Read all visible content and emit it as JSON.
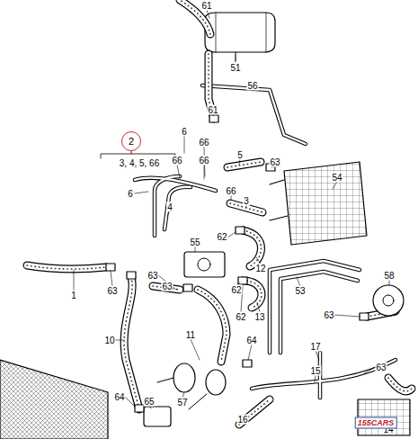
{
  "diagram": {
    "nodes": [
      {
        "text": [
          "2"
        ]
      }
    ],
    "labels": [
      "61",
      "51",
      "56",
      "61",
      "6",
      "66",
      "5",
      "63",
      "3, 4, 5, 66",
      "66",
      "66",
      "54",
      "6",
      "3",
      "66",
      "4",
      "62",
      "55",
      "12",
      "1",
      "63",
      "63",
      "53",
      "58",
      "62",
      "63",
      "62",
      "13",
      "63",
      "10",
      "11",
      "64",
      "17",
      "63",
      "15",
      "64",
      "65",
      "57",
      "16",
      "14",
      "155CARS"
    ]
  }
}
